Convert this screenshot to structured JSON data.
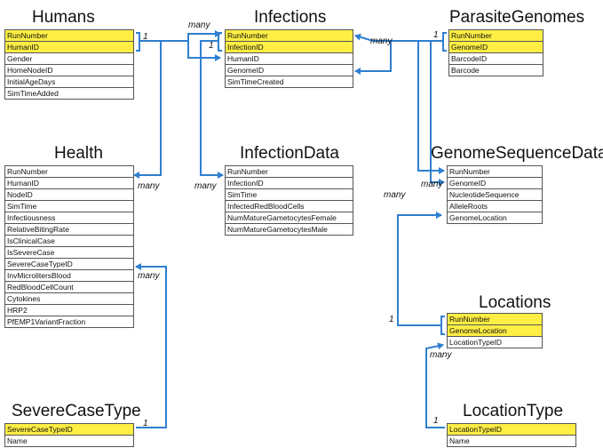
{
  "entities": {
    "humans": {
      "title": "Humans",
      "fields": [
        "RunNumber",
        "HumanID",
        "Gender",
        "HomeNodeID",
        "InitialAgeDays",
        "SimTimeAdded"
      ],
      "keys": 2
    },
    "infections": {
      "title": "Infections",
      "fields": [
        "RunNumber",
        "InfectionID",
        "HumanID",
        "GenomeID",
        "SimTimeCreated"
      ],
      "keys": 2
    },
    "parasite_genomes": {
      "title": "ParasiteGenomes",
      "fields": [
        "RunNumber",
        "GenomeID",
        "BarcodeID",
        "Barcode"
      ],
      "keys": 2
    },
    "health": {
      "title": "Health",
      "fields": [
        "RunNumber",
        "HumanID",
        "NodeID",
        "SimTime",
        "Infectiousness",
        "RelativeBitingRate",
        "IsClinicalCase",
        "IsSevereCase",
        "SevereCaseTypeID",
        "InvMicrolitersBlood",
        "RedBloodCellCount",
        "Cytokines",
        "HRP2",
        "PfEMP1VariantFraction"
      ],
      "keys": 0
    },
    "infection_data": {
      "title": "InfectionData",
      "fields": [
        "RunNumber",
        "InfectionID",
        "SimTime",
        "InfectedRedBloodCells",
        "NumMatureGametocytesFemale",
        "NumMatureGametocytesMale"
      ],
      "keys": 0
    },
    "genome_sequence_data": {
      "title": "GenomeSequenceData",
      "fields": [
        "RunNumber",
        "GenomeID",
        "NucleotideSequence",
        "AlleleRoots",
        "GenomeLocation"
      ],
      "keys": 0
    },
    "locations": {
      "title": "Locations",
      "fields": [
        "RunNumber",
        "GenomeLocation",
        "LocationTypeID"
      ],
      "keys": 2
    },
    "severe_case_type": {
      "title": "SevereCaseType",
      "fields": [
        "SevereCaseTypeID",
        "Name"
      ],
      "keys": 1
    },
    "location_type": {
      "title": "LocationType",
      "fields": [
        "LocationTypeID",
        "Name"
      ],
      "keys": 1
    }
  },
  "cardinality_labels": {
    "humans_one": "1",
    "infections_many_top": "many",
    "infections_one": "1",
    "parasite_many": "many",
    "parasite_one": "1",
    "health_many": "many",
    "infection_data_many": "many",
    "genome_seq_many_left": "many",
    "genome_seq_many_right": "many",
    "locations_one": "1",
    "health_severe_many": "many",
    "severe_one": "1",
    "locations_many": "many",
    "location_type_one": "1"
  },
  "colors": {
    "line": "#2f7fd0",
    "key_fill": "#ffee44",
    "border": "#555555"
  }
}
